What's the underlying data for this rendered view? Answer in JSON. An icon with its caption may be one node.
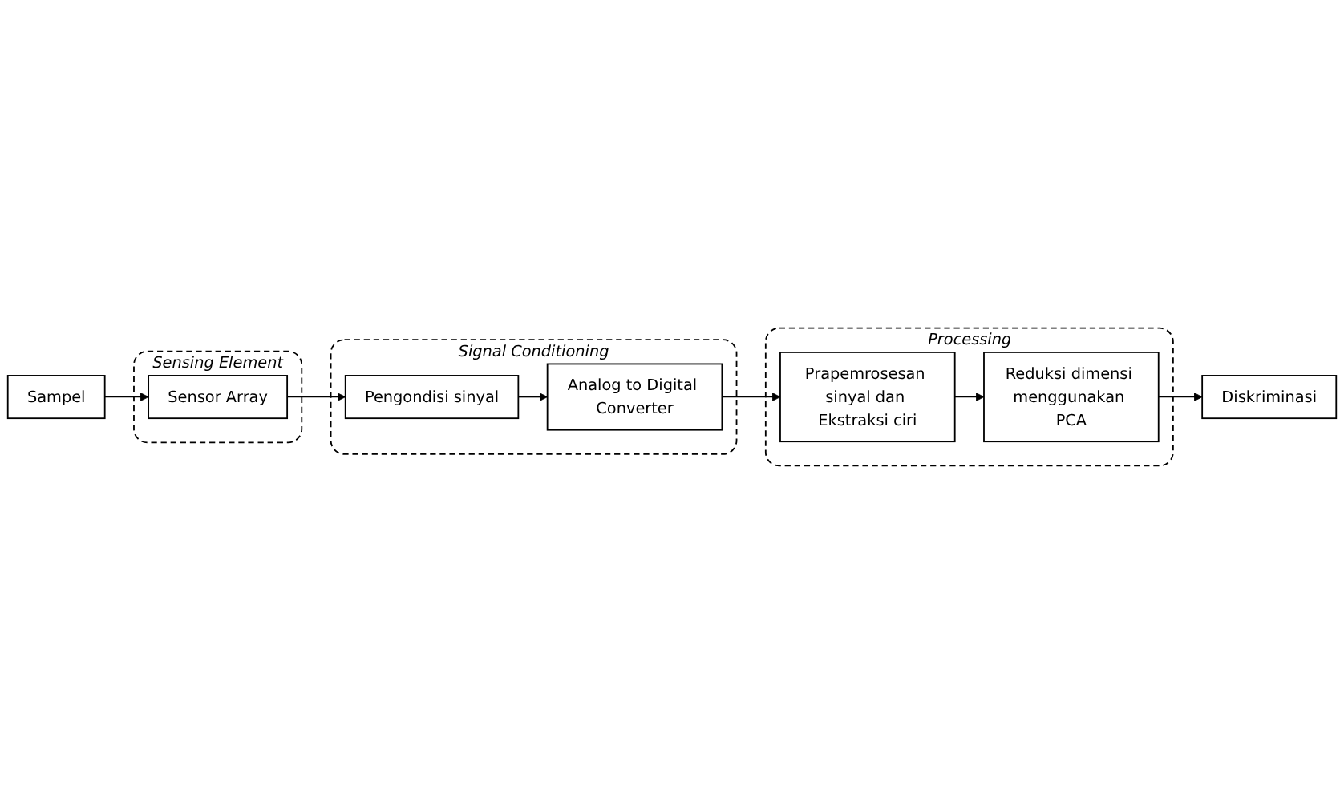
{
  "diagram": {
    "nodes": [
      {
        "text": [
          "Sampel"
        ]
      },
      {
        "text": [
          "Sensing Element"
        ]
      },
      {
        "text": [
          "Sensor Array"
        ],
        "in": 1
      },
      {
        "text": [
          "Signal Conditioning"
        ]
      },
      {
        "text": [
          "Pengondisi sinyal"
        ],
        "in": 3
      },
      {
        "text": [
          "Analog to Digital Converter"
        ],
        "in": 3
      },
      {
        "text": [
          "Processing"
        ]
      },
      {
        "text": [
          "Prapemrosesan sinyal dan Ekstraksi ciri"
        ],
        "in": 6
      },
      {
        "text": [
          "Reduksi dimensi menggunakan PCA"
        ],
        "in": 6
      },
      {
        "text": [
          "Diskriminasi"
        ]
      }
    ],
    "edges": [
      {
        "from": 0,
        "to": 2,
        "arrow": "to"
      },
      {
        "from": 2,
        "to": 4,
        "arrow": "to"
      },
      {
        "from": 4,
        "to": 5,
        "arrow": "to"
      },
      {
        "from": 5,
        "to": 7,
        "arrow": "to"
      },
      {
        "from": 7,
        "to": 8,
        "arrow": "to"
      },
      {
        "from": 8,
        "to": 9,
        "arrow": "to"
      }
    ]
  }
}
